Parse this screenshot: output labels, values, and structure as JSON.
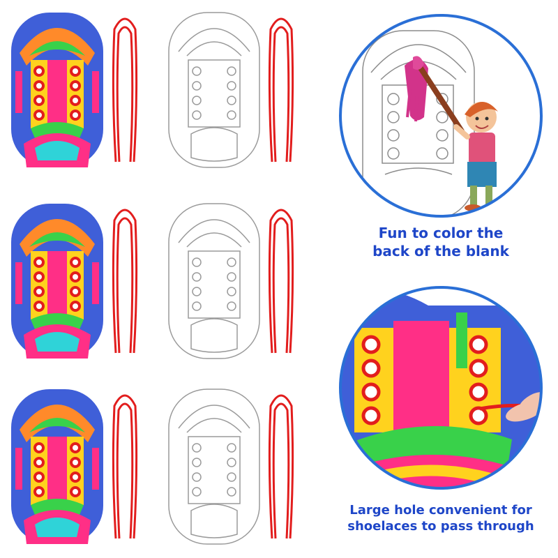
{
  "captions": {
    "top": {
      "line1": "Fun to color the",
      "line2": "back of the blank"
    },
    "bottom": {
      "line1": "Large hole convenient  for",
      "line2": "shoelaces to pass through"
    }
  },
  "rows": [
    {
      "colored_shoe": "colored-shoe-card",
      "lace": "red-shoelace",
      "blank_shoe": "blank-shoe-card"
    },
    {
      "colored_shoe": "colored-shoe-card",
      "lace": "red-shoelace",
      "blank_shoe": "blank-shoe-card"
    },
    {
      "colored_shoe": "colored-shoe-card",
      "lace": "red-shoelace",
      "blank_shoe": "blank-shoe-card"
    }
  ],
  "colors": {
    "circle_border": "#2a6fd6",
    "caption_text": "#1e46c8",
    "lace_red": "#e21d1d",
    "shoe_blue": "#3f5fd8",
    "shoe_pink": "#ff2f86",
    "shoe_yellow": "#ffd21e",
    "shoe_green": "#39d14a"
  }
}
